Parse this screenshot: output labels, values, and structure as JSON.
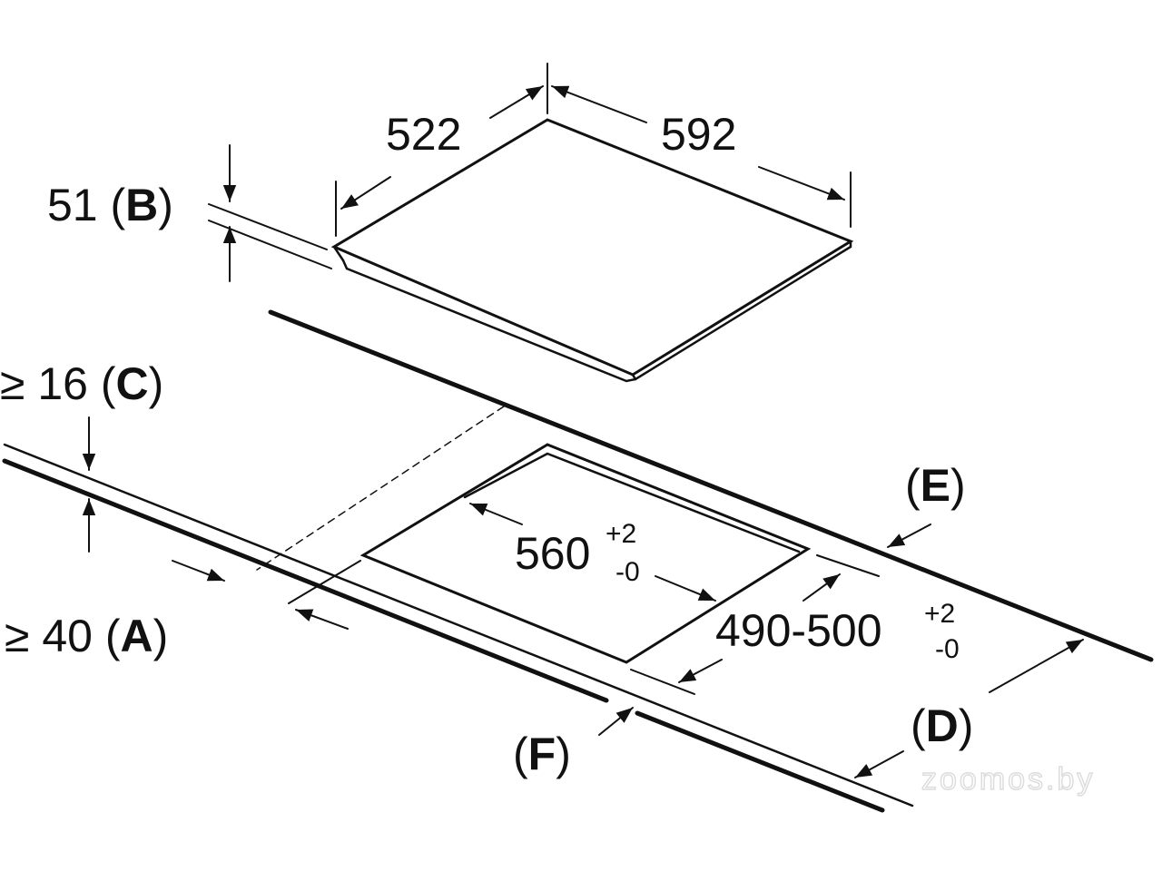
{
  "labels": {
    "depth": "522",
    "width": "592",
    "height_val": "51",
    "height_code": "B",
    "thickness_prefix": "≥ 16",
    "thickness_code": "C",
    "front_prefix": "≥ 40",
    "front_code": "A",
    "cut_width": "560",
    "cut_width_plus": "+2",
    "cut_width_minus": "-0",
    "cut_depth": "490-500",
    "cut_depth_plus": "+2",
    "cut_depth_minus": "-0",
    "e_code": "E",
    "d_code": "D",
    "f_code": "F"
  },
  "watermark": "zoomos.by",
  "colors": {
    "line": "#111111",
    "background": "#ffffff"
  }
}
